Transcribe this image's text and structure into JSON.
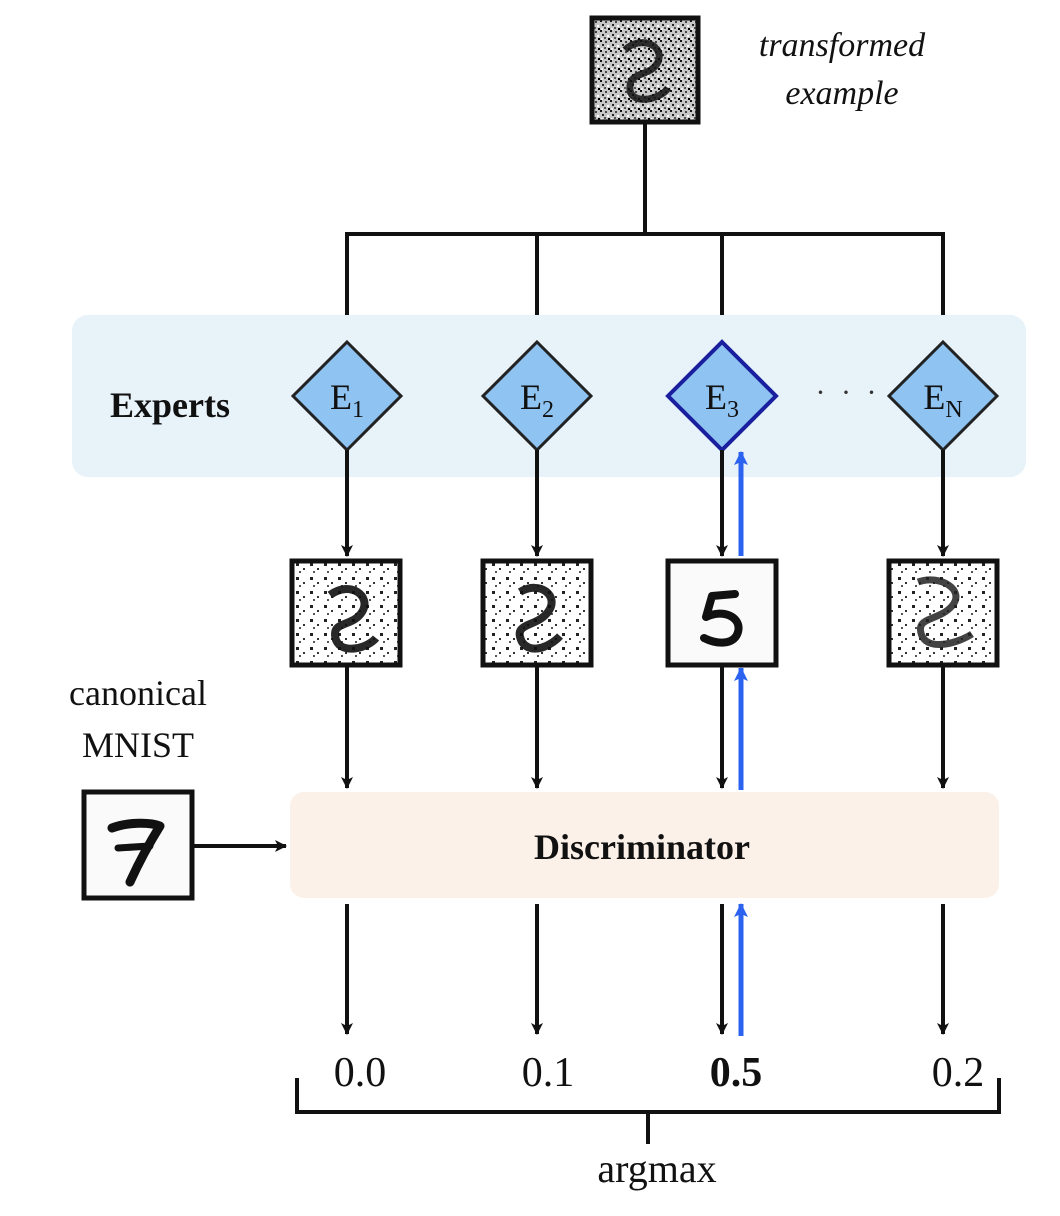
{
  "input": {
    "label_line1": "transformed",
    "label_line2": "example"
  },
  "experts_panel": {
    "label": "Experts",
    "ellipsis": "· · ·"
  },
  "experts": [
    {
      "main": "E",
      "sub": "1",
      "selected": false
    },
    {
      "main": "E",
      "sub": "2",
      "selected": false
    },
    {
      "main": "E",
      "sub": "3",
      "selected": true
    },
    {
      "main": "E",
      "sub": "N",
      "selected": false
    }
  ],
  "canonical": {
    "label_line1": "canonical",
    "label_line2": "MNIST"
  },
  "discriminator": {
    "label": "Discriminator"
  },
  "scores": [
    "0.0",
    "0.1",
    "0.5",
    "0.2"
  ],
  "best_index": 2,
  "aggregation": {
    "label": "argmax"
  },
  "colors": {
    "panel_bg": "#e8f2f9",
    "expert_fill": "#8ec3f2",
    "expert_border": "#222222",
    "expert_selected_border": "#1a1f9e",
    "discriminator_bg": "#fbf1e8",
    "feedback_arrow": "#2b63f0",
    "line": "#111111"
  }
}
